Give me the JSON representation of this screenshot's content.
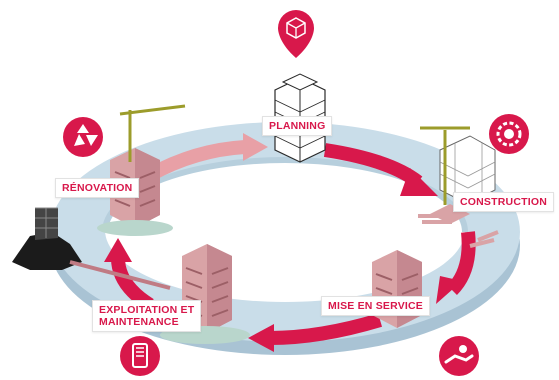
{
  "colors": {
    "accent": "#d8184b",
    "accent_light": "#e8a0a6",
    "ring": "#c7dce9",
    "ring_side": "#a9c3d4",
    "building": "#d9a3a6",
    "building_dark": "#b97a7f",
    "foliage": "#b9d6cc"
  },
  "stages": [
    {
      "id": "planning",
      "lines": [
        "PLANNING"
      ],
      "icon": "cube-network-icon"
    },
    {
      "id": "construction",
      "lines": [
        "CONSTRUCTION"
      ],
      "icon": "gear-icon"
    },
    {
      "id": "commissioning",
      "lines": [
        "MISE EN SERVICE"
      ],
      "icon": "hand-coin-icon"
    },
    {
      "id": "operation",
      "lines": [
        "EXPLOITATION ET",
        "MAINTENANCE"
      ],
      "icon": "smartphone-icon"
    },
    {
      "id": "renovation",
      "lines": [
        "RÉNOVATION"
      ],
      "icon": "recycle-icon"
    }
  ]
}
